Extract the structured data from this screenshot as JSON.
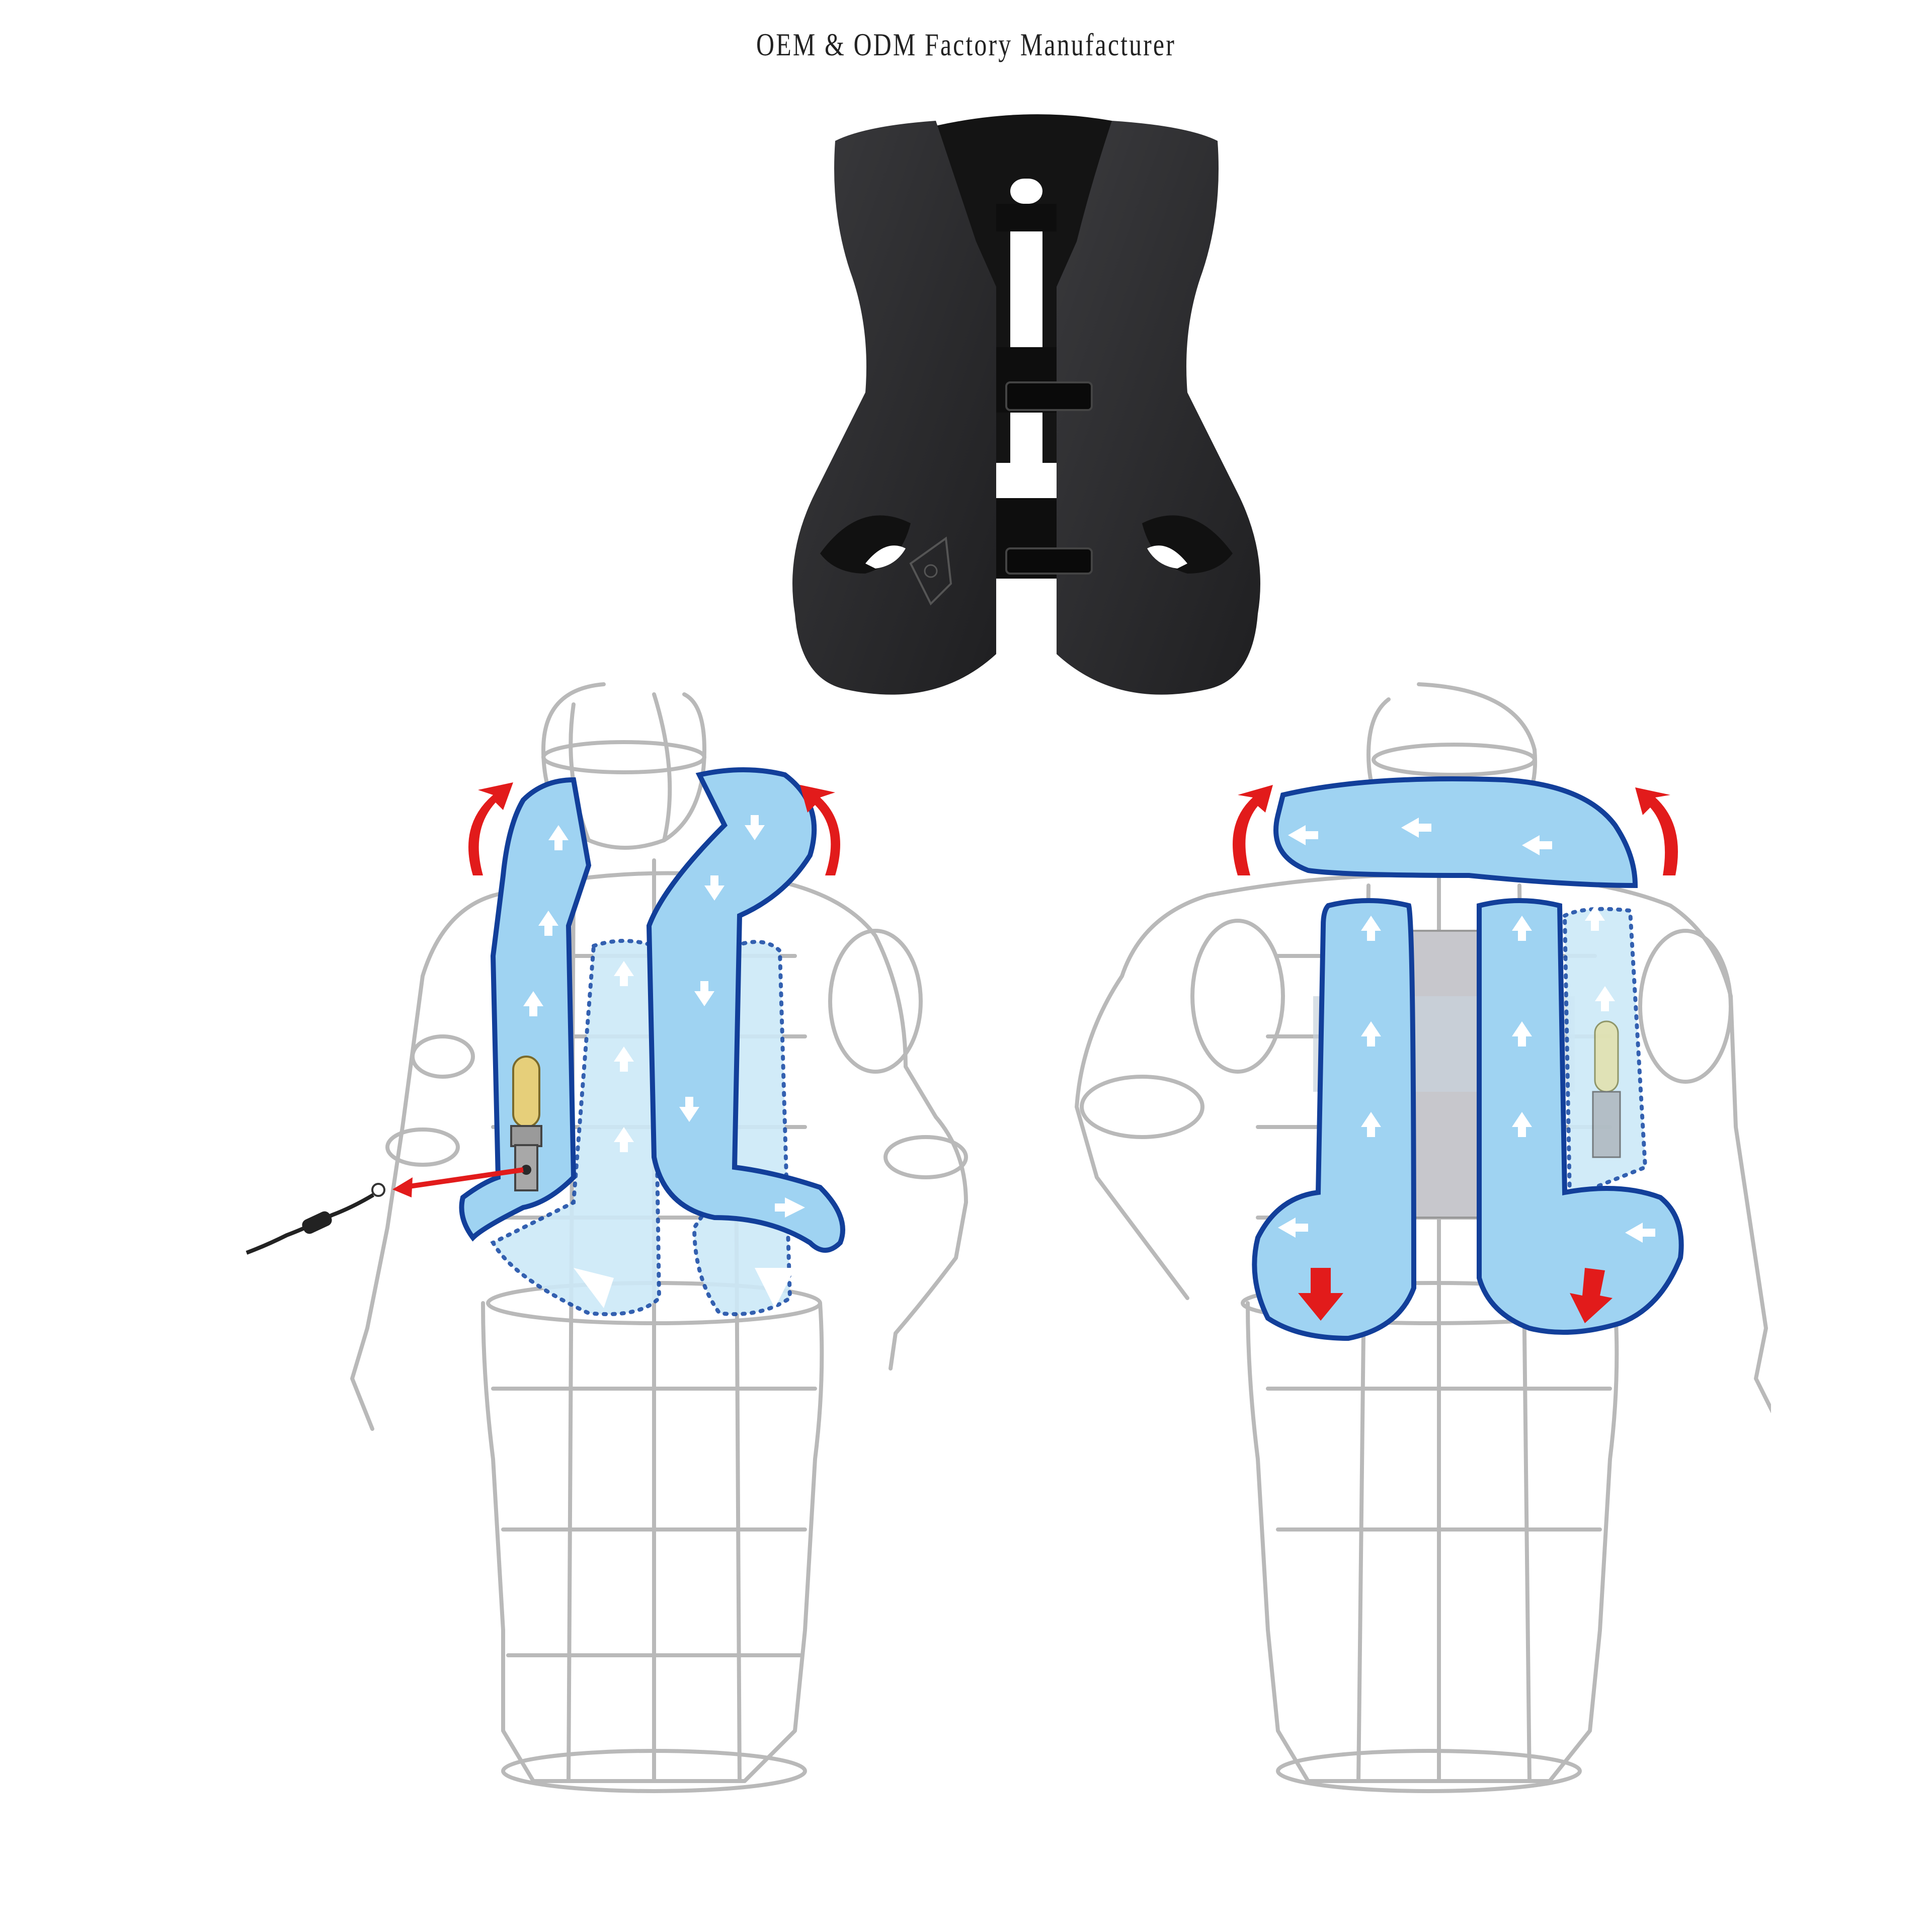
{
  "header": {
    "title": "OEM & ODM Factory Manufacturer"
  },
  "product": {
    "name": "airbag-vest",
    "color": "#2b2b2d"
  },
  "diagrams": [
    {
      "id": "front",
      "view": "front",
      "airbag_color": "#9fd3f2",
      "outline_color": "#123f9a",
      "arrow_color": "#e21b1b"
    },
    {
      "id": "back",
      "view": "back",
      "airbag_color": "#9fd3f2",
      "outline_color": "#123f9a",
      "arrow_color": "#e21b1b"
    }
  ],
  "colors": {
    "background": "#ffffff",
    "wireframe": "#b9b9b9",
    "inflation_arrow": "#e21b1b",
    "co2_cartridge": "#e6cf7a"
  }
}
